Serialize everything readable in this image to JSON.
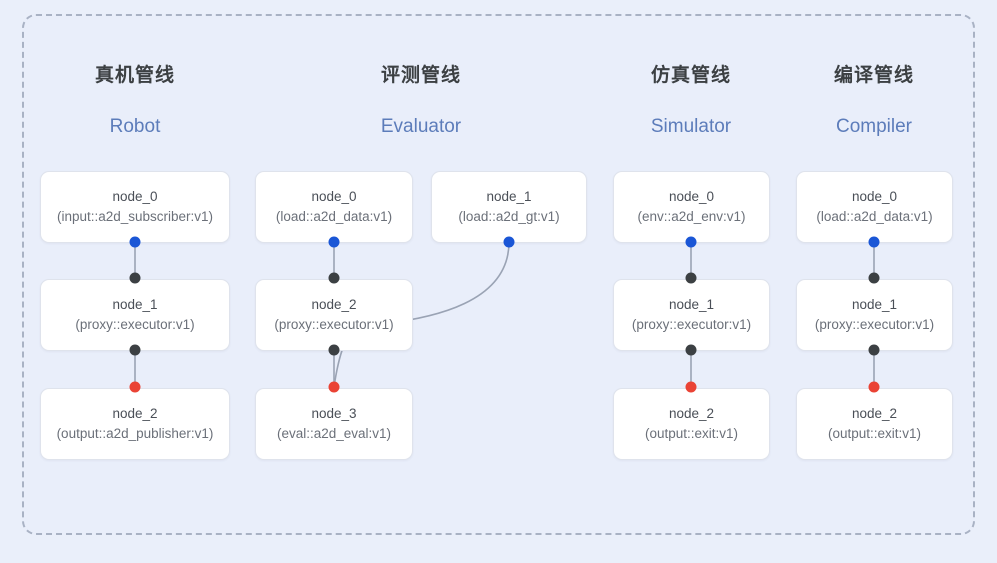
{
  "diagram": {
    "background_color": "#eaeffa",
    "panel_color": "#e9eefa",
    "frame_border_color": "#a9b2c4",
    "port_colors": {
      "output": "#1a56d6",
      "relay": "#3c4043",
      "input": "#ea4335"
    },
    "columns": [
      {
        "id": "robot",
        "title_cn": "真机管线",
        "title_en": "Robot",
        "nodes": [
          {
            "name": "node_0",
            "spec": "(input::a2d_subscriber:v1)"
          },
          {
            "name": "node_1",
            "spec": "(proxy::executor:v1)"
          },
          {
            "name": "node_2",
            "spec": "(output::a2d_publisher:v1)"
          }
        ]
      },
      {
        "id": "evaluator",
        "title_cn": "评测管线",
        "title_en": "Evaluator",
        "nodes": [
          {
            "name": "node_0",
            "spec": "(load::a2d_data:v1)"
          },
          {
            "name": "node_1",
            "spec": "(load::a2d_gt:v1)"
          },
          {
            "name": "node_2",
            "spec": "(proxy::executor:v1)"
          },
          {
            "name": "node_3",
            "spec": "(eval::a2d_eval:v1)"
          }
        ]
      },
      {
        "id": "simulator",
        "title_cn": "仿真管线",
        "title_en": "Simulator",
        "nodes": [
          {
            "name": "node_0",
            "spec": "(env::a2d_env:v1)"
          },
          {
            "name": "node_1",
            "spec": "(proxy::executor:v1)"
          },
          {
            "name": "node_2",
            "spec": "(output::exit:v1)"
          }
        ]
      },
      {
        "id": "compiler",
        "title_cn": "编译管线",
        "title_en": "Compiler",
        "nodes": [
          {
            "name": "node_0",
            "spec": "(load::a2d_data:v1)"
          },
          {
            "name": "node_1",
            "spec": "(proxy::executor:v1)"
          },
          {
            "name": "node_2",
            "spec": "(output::exit:v1)"
          }
        ]
      }
    ]
  }
}
